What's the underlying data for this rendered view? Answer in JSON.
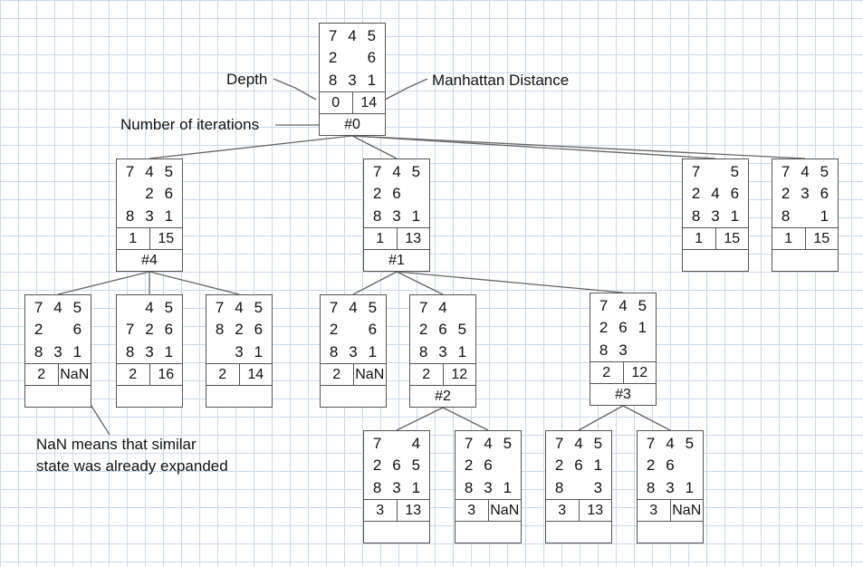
{
  "labels": {
    "depth": "Depth",
    "manhattan": "Manhattan Distance",
    "iterations": "Number of iterations",
    "nan_note_line1": "NaN means that similar",
    "nan_note_line2": "state was already expanded"
  },
  "nodes": [
    {
      "id": "root",
      "tiles": [
        "7",
        "4",
        "5",
        "2",
        "",
        "6",
        "8",
        "3",
        "1"
      ],
      "depth": "0",
      "distance": "14",
      "iteration": "#0"
    },
    {
      "id": "d1a",
      "tiles": [
        "7",
        "4",
        "5",
        "",
        "2",
        "6",
        "8",
        "3",
        "1"
      ],
      "depth": "1",
      "distance": "15",
      "iteration": "#4"
    },
    {
      "id": "d1b",
      "tiles": [
        "7",
        "4",
        "5",
        "2",
        "6",
        "",
        "8",
        "3",
        "1"
      ],
      "depth": "1",
      "distance": "13",
      "iteration": "#1"
    },
    {
      "id": "d1c",
      "tiles": [
        "7",
        "",
        "5",
        "2",
        "4",
        "6",
        "8",
        "3",
        "1"
      ],
      "depth": "1",
      "distance": "15",
      "iteration": ""
    },
    {
      "id": "d1d",
      "tiles": [
        "7",
        "4",
        "5",
        "2",
        "3",
        "6",
        "8",
        "",
        "1"
      ],
      "depth": "1",
      "distance": "15",
      "iteration": ""
    },
    {
      "id": "d2a",
      "tiles": [
        "7",
        "4",
        "5",
        "2",
        "",
        "6",
        "8",
        "3",
        "1"
      ],
      "depth": "2",
      "distance": "NaN",
      "iteration": ""
    },
    {
      "id": "d2b",
      "tiles": [
        "",
        "4",
        "5",
        "7",
        "2",
        "6",
        "8",
        "3",
        "1"
      ],
      "depth": "2",
      "distance": "16",
      "iteration": ""
    },
    {
      "id": "d2c",
      "tiles": [
        "7",
        "4",
        "5",
        "8",
        "2",
        "6",
        "",
        "3",
        "1"
      ],
      "depth": "2",
      "distance": "14",
      "iteration": ""
    },
    {
      "id": "d2d",
      "tiles": [
        "7",
        "4",
        "5",
        "2",
        "",
        "6",
        "8",
        "3",
        "1"
      ],
      "depth": "2",
      "distance": "NaN",
      "iteration": ""
    },
    {
      "id": "d2e",
      "tiles": [
        "7",
        "4",
        "",
        "2",
        "6",
        "5",
        "8",
        "3",
        "1"
      ],
      "depth": "2",
      "distance": "12",
      "iteration": "#2"
    },
    {
      "id": "d2f",
      "tiles": [
        "7",
        "4",
        "5",
        "2",
        "6",
        "1",
        "8",
        "3",
        ""
      ],
      "depth": "2",
      "distance": "12",
      "iteration": "#3"
    },
    {
      "id": "d3a",
      "tiles": [
        "7",
        "",
        "4",
        "2",
        "6",
        "5",
        "8",
        "3",
        "1"
      ],
      "depth": "3",
      "distance": "13",
      "iteration": ""
    },
    {
      "id": "d3b",
      "tiles": [
        "7",
        "4",
        "5",
        "2",
        "6",
        "",
        "8",
        "3",
        "1"
      ],
      "depth": "3",
      "distance": "NaN",
      "iteration": ""
    },
    {
      "id": "d3c",
      "tiles": [
        "7",
        "4",
        "5",
        "2",
        "6",
        "1",
        "8",
        "",
        "3"
      ],
      "depth": "3",
      "distance": "13",
      "iteration": ""
    },
    {
      "id": "d3d",
      "tiles": [
        "7",
        "4",
        "5",
        "2",
        "6",
        "",
        "8",
        "3",
        "1"
      ],
      "depth": "3",
      "distance": "NaN",
      "iteration": ""
    }
  ]
}
